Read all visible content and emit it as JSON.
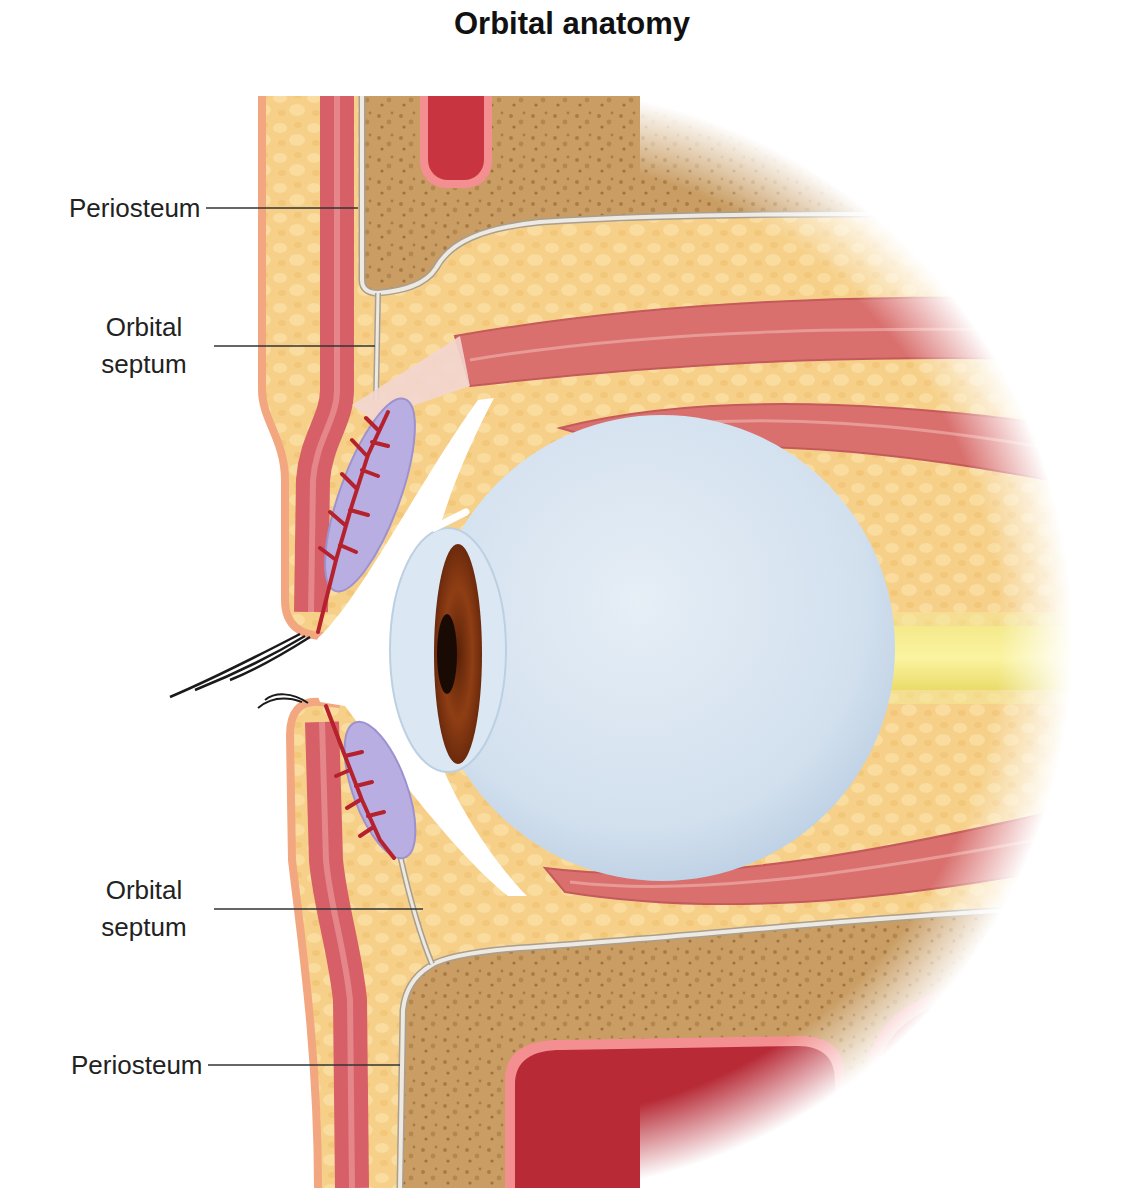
{
  "diagram": {
    "title": "Orbital anatomy",
    "labels": [
      "Periosteum",
      "Orbital septum",
      "Orbital septum",
      "Periosteum"
    ]
  }
}
